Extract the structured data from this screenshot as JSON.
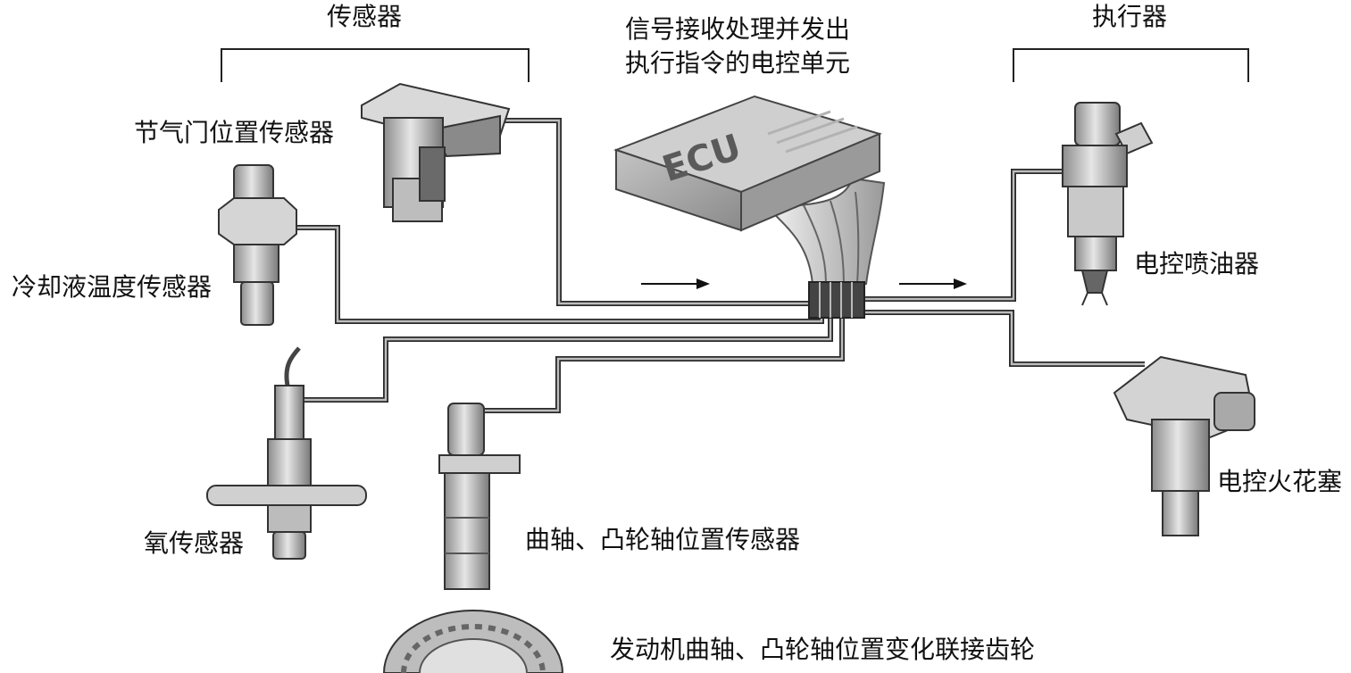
{
  "groups": {
    "sensors": "传感器",
    "actuators": "执行器",
    "ecu_title_line1": "信号接收处理并发出",
    "ecu_title_line2": "执行指令的电控单元"
  },
  "ecu": {
    "text": "ECU"
  },
  "sensors": {
    "throttle": "节气门位置传感器",
    "coolant": "冷却液温度传感器",
    "oxygen": "氧传感器",
    "crank_cam": "曲轴、凸轮轴位置传感器",
    "gear": "发动机曲轴、凸轮轴位置变化联接齿轮"
  },
  "actuators": {
    "injector": "电控喷油器",
    "spark": "电控火花塞"
  },
  "colors": {
    "wire": "#2a2a2a",
    "wire_highlight": "#bdbdbd",
    "component_fill": "#cfcfcf",
    "ecu_fill": "#a9a9a9"
  },
  "icons": [
    "throttle-sensor-icon",
    "coolant-sensor-icon",
    "oxygen-sensor-icon",
    "crank-sensor-icon",
    "gear-icon",
    "ecu-icon",
    "injector-icon",
    "spark-plug-icon",
    "arrow-right-icon"
  ]
}
